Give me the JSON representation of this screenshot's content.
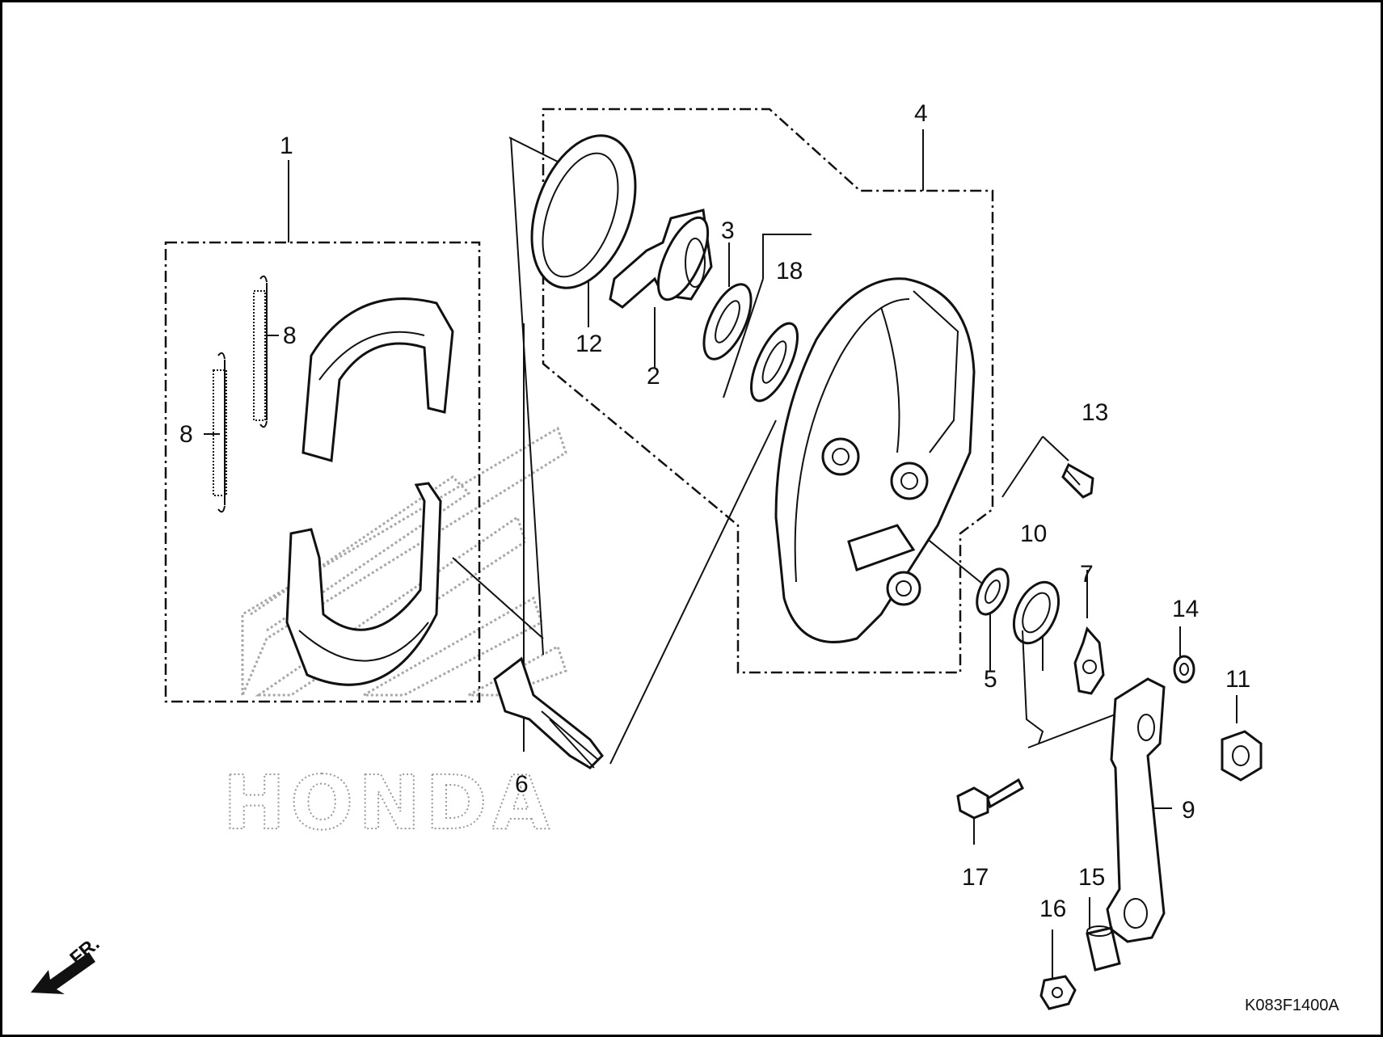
{
  "diagram": {
    "watermark_brand": "HONDA",
    "diagram_code": "K083F1400A",
    "direction_label": "FR.",
    "callouts": [
      "1",
      "2",
      "3",
      "4",
      "5",
      "6",
      "7",
      "8",
      "8",
      "9",
      "10",
      "11",
      "12",
      "13",
      "14",
      "15",
      "16",
      "17",
      "18"
    ],
    "parts": [
      {
        "ref": "1",
        "icon": "brake-shoe-set-icon"
      },
      {
        "ref": "2",
        "icon": "speedometer-gear-icon"
      },
      {
        "ref": "3",
        "icon": "washer-icon"
      },
      {
        "ref": "4",
        "icon": "brake-panel-icon"
      },
      {
        "ref": "5",
        "icon": "seal-icon"
      },
      {
        "ref": "6",
        "icon": "brake-cam-icon"
      },
      {
        "ref": "7",
        "icon": "wear-indicator-plate-icon"
      },
      {
        "ref": "8",
        "icon": "shoe-spring-icon"
      },
      {
        "ref": "9",
        "icon": "brake-arm-icon"
      },
      {
        "ref": "10",
        "icon": "return-spring-icon"
      },
      {
        "ref": "11",
        "icon": "nut-icon"
      },
      {
        "ref": "12",
        "icon": "dust-seal-icon"
      },
      {
        "ref": "13",
        "icon": "screw-icon"
      },
      {
        "ref": "14",
        "icon": "washer-icon"
      },
      {
        "ref": "15",
        "icon": "joint-pin-icon"
      },
      {
        "ref": "16",
        "icon": "adjusting-nut-icon"
      },
      {
        "ref": "17",
        "icon": "bolt-icon"
      },
      {
        "ref": "18",
        "icon": "washer-icon"
      }
    ]
  }
}
